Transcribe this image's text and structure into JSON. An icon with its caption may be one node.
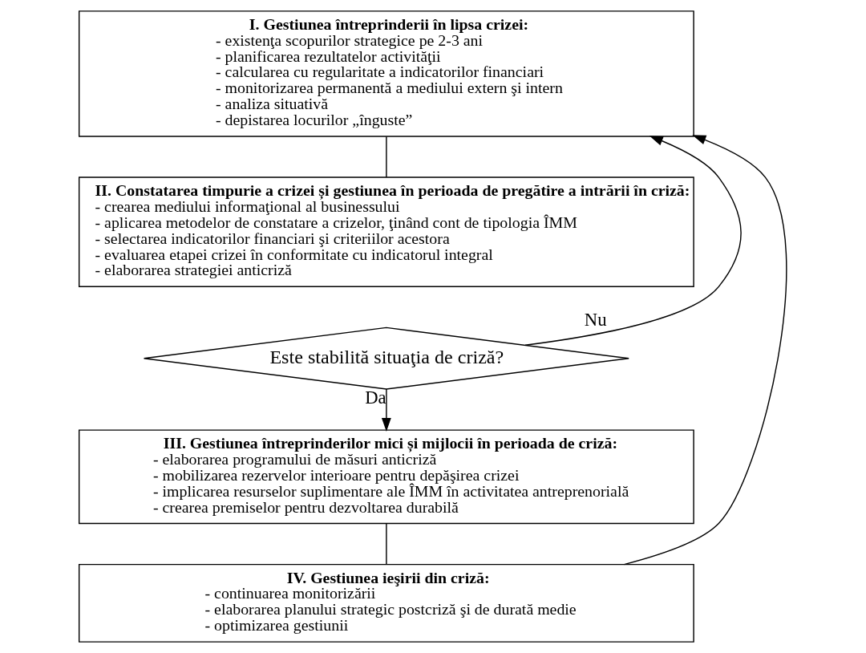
{
  "diagram": {
    "nodes": [
      {
        "text": [
          "I. Gestiunea întreprinderii în lipsa crizei:",
          "- existenţa scopurilor strategice pe 2-3 ani",
          "- planificarea rezultatelor activităţii",
          "- calcularea cu regularitate a indicatorilor financiari",
          "- monitorizarea permanentă a mediului extern şi intern",
          "- analiza situativă",
          "- depistarea locurilor „înguste”"
        ]
      },
      {
        "text": [
          "II. Constatarea timpurie a crizei și gestiunea în perioada de pregătire a intrării în criză:",
          "- crearea mediului informaţional al businessului",
          "- aplicarea metodelor de constatare a crizelor, ţinând cont de tipologia ÎMM",
          "- selectarea indicatorilor financiari şi criteriilor acestora",
          "- evaluarea etapei crizei în conformitate cu indicatorul integral",
          "- elaborarea strategiei anticriză"
        ]
      },
      {
        "text": [
          "Este stabilită situaţia de criză?"
        ]
      },
      {
        "text": [
          "III. Gestiunea întreprinderilor mici și mijlocii în perioada de criză:",
          "- elaborarea programului de măsuri anticriză",
          "- mobilizarea rezervelor interioare pentru depăşirea crizei",
          "- implicarea resurselor suplimentare ale ÎMM în activitatea antreprenorială",
          "- crearea premiselor pentru dezvoltarea durabilă"
        ]
      },
      {
        "text": [
          "IV. Gestiunea ieşirii din criză:",
          "- continuarea monitorizării",
          "- elaborarea planului strategic postcriză şi de durată medie",
          "- optimizarea gestiunii"
        ]
      }
    ],
    "edges": [
      {
        "from": 0,
        "to": 1,
        "arrow": "none"
      },
      {
        "from": 2,
        "to": 3,
        "arrow": "to",
        "label": "Da"
      },
      {
        "from": 2,
        "to": 0,
        "arrow": "to",
        "label": "Nu"
      },
      {
        "from": 3,
        "to": 4,
        "arrow": "none"
      },
      {
        "from": 4,
        "to": 0,
        "arrow": "to"
      }
    ]
  }
}
